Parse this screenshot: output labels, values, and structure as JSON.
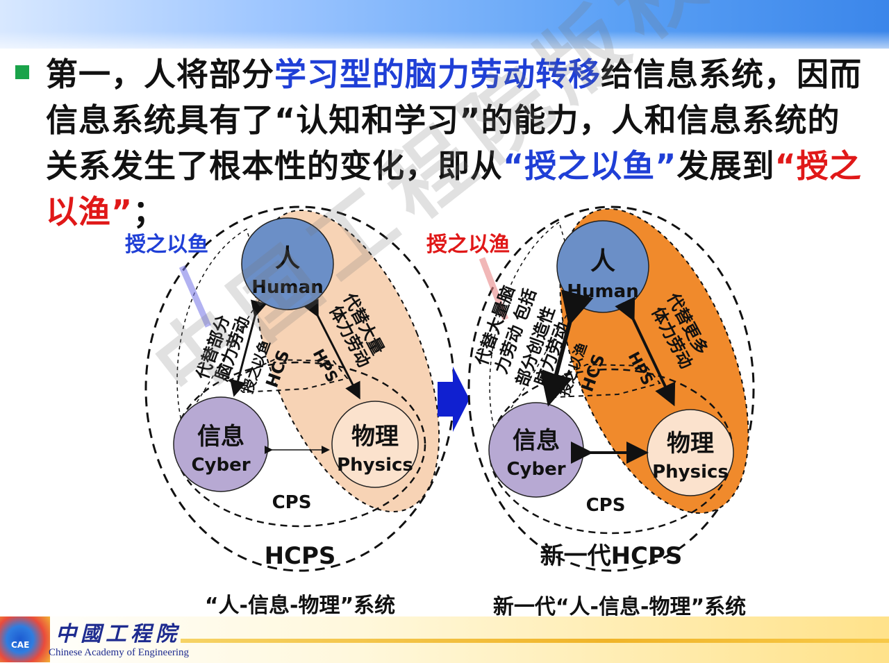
{
  "headline": {
    "seg1": "第一，人将部分",
    "seg2": "学习型的脑力劳动转移",
    "seg3": "给信息系统，因而信息系统具有了“认知和学习”的能力，人和信息系统的关系发生了根本性的变化，即从",
    "seg4": "“授之以鱼”",
    "seg5": "发展到",
    "seg6": "“授之以渔”",
    "seg7": "；"
  },
  "left": {
    "tag": "授之以鱼",
    "human_cn": "人",
    "human_en": "Human",
    "cyber_cn": "信息",
    "cyber_en": "Cyber",
    "physics_cn": "物理",
    "physics_en": "Physics",
    "cps": "CPS",
    "hcps": "HCPS",
    "hcs": "HCS",
    "hps": "HPS",
    "teach": "授之以鱼",
    "brain1": "代替部分",
    "brain2": "脑力劳动",
    "body1": "代替大量",
    "body2": "体力劳动",
    "caption": "“人-信息-物理”系统"
  },
  "right": {
    "tag": "授之以渔",
    "human_cn": "人",
    "human_en": "Human",
    "cyber_cn": "信息",
    "cyber_en": "Cyber",
    "physics_cn": "物理",
    "physics_en": "Physics",
    "cps": "CPS",
    "hcps": "新一代HCPS",
    "hcs": "HCS",
    "hps": "HPS",
    "teach": "授之以渔",
    "brain1": "代替大量脑",
    "brain2": "力劳动 包括",
    "brain3": "部分创造性",
    "brain4": "脑力劳动",
    "body1": "代替更多",
    "body2": "体力劳动",
    "caption": "新一代“人-信息-物理”系统"
  },
  "watermark": "中国工程院版权所",
  "footer": {
    "logo_text": "CAE",
    "org_cn": "中國工程院",
    "org_en": "Chinese Academy of Engineering"
  },
  "colors": {
    "human": "#6b8fc7",
    "cyber": "#b7a9d3",
    "left_blob": "#f7d3b5",
    "right_blob": "#f08a2c",
    "blue_accent": "#1f3fd6",
    "red_accent": "#e01818",
    "arrow_blue": "#1020d0"
  }
}
